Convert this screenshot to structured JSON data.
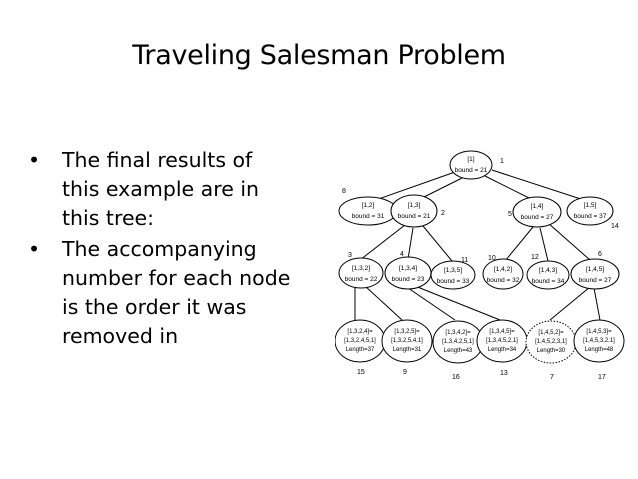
{
  "slide": {
    "title": "Traveling Salesman Problem",
    "bullets": [
      {
        "marker": "•",
        "lines": [
          "The final results of",
          "this example are in",
          "this tree:"
        ]
      },
      {
        "marker": "•",
        "lines": [
          "The accompanying",
          "number for each node",
          "is the order it was",
          "removed in"
        ]
      }
    ]
  },
  "tree": {
    "nodes": [
      {
        "id": "root",
        "l1": "[1]",
        "l2": "bound = 21",
        "order": "1"
      },
      {
        "id": "n12",
        "l1": "[1,2]",
        "l2": "bound = 31",
        "order": "8"
      },
      {
        "id": "n13",
        "l1": "[1,3]",
        "l2": "bound = 21",
        "order": "2"
      },
      {
        "id": "n14",
        "l1": "[1,4]",
        "l2": "bound = 27",
        "order": "5"
      },
      {
        "id": "n15",
        "l1": "[1,5]",
        "l2": "bound = 37",
        "order": "14"
      },
      {
        "id": "n132",
        "l1": "[1,3,2]",
        "l2": "bound = 22",
        "order": "3"
      },
      {
        "id": "n134",
        "l1": "[1,3,4]",
        "l2": "bound = 23",
        "order": "4"
      },
      {
        "id": "n135",
        "l1": "[1,3,5]",
        "l2": "bound = 33",
        "order": "11"
      },
      {
        "id": "n142",
        "l1": "[1,4,2]",
        "l2": "bound = 32",
        "order": "10"
      },
      {
        "id": "n143",
        "l1": "[1,4,3]",
        "l2": "bound = 34",
        "order": "12"
      },
      {
        "id": "n145",
        "l1": "[1,4,5]",
        "l2": "bound = 27",
        "order": "6"
      },
      {
        "id": "l1",
        "l1": "[1,3,2,4]=",
        "l2": "[1,3,2,4,5,1]",
        "l3": "Length=37",
        "order": "15"
      },
      {
        "id": "l2",
        "l1": "[1,3,2,5]=",
        "l2": "[1,3,2,5,4,1]",
        "l3": "Length=31",
        "order": "9"
      },
      {
        "id": "l3",
        "l1": "[1,3,4,2]=",
        "l2": "[1,3,4,2,5,1]",
        "l3": "Length=43",
        "order": "16"
      },
      {
        "id": "l4",
        "l1": "[1,3,4,5]=",
        "l2": "[1,3,4,5,2,1]",
        "l3": "Length=34",
        "order": "13"
      },
      {
        "id": "l5",
        "l1": "[1,4,5,2]=",
        "l2": "[1,4,5,2,3,1]",
        "l3": "Length=30",
        "order": "7"
      },
      {
        "id": "l6",
        "l1": "[1,4,5,3]=",
        "l2": "[1,4,5,3,2,1]",
        "l3": "Length=48",
        "order": "17"
      }
    ]
  }
}
